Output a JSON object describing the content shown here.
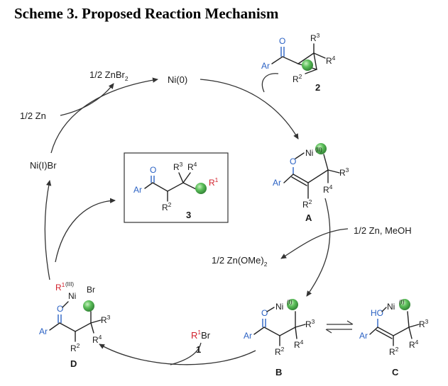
{
  "title": "Scheme 3. Proposed Reaction Mechanism",
  "colors": {
    "accent_blue": "#2b62c4",
    "accent_red": "#d2202b",
    "ball_green": "#4caf50"
  },
  "species": {
    "ni0": "Ni(0)",
    "nii_br": "Ni(I)Br",
    "reagent_2_label": "2",
    "A_label": "A",
    "B_label": "B",
    "C_label": "C",
    "D_label": "D",
    "product_3_label": "3",
    "reagent_1_label": "1"
  },
  "reagents": {
    "zn_half": "1/2 Zn",
    "znbr2": "1/2 ZnBr",
    "znbr2_sub": "2",
    "zn_meoh": "1/2 Zn, MeOH",
    "zn_ome": "1/2 Zn(OMe)",
    "zn_ome_sub": "2",
    "r1br_R": "R",
    "r1br_sup": "1",
    "r1br_Br": "Br"
  },
  "atoms": {
    "O": "O",
    "Ar": "Ar",
    "R": "R",
    "sup1": "1",
    "sup2": "2",
    "sup3": "3",
    "sup4": "4",
    "Ni": "Ni",
    "HO": "HO",
    "Br": "Br",
    "ox_I": "(I)",
    "ox_II": "(II)",
    "ox_III": "(III)"
  }
}
